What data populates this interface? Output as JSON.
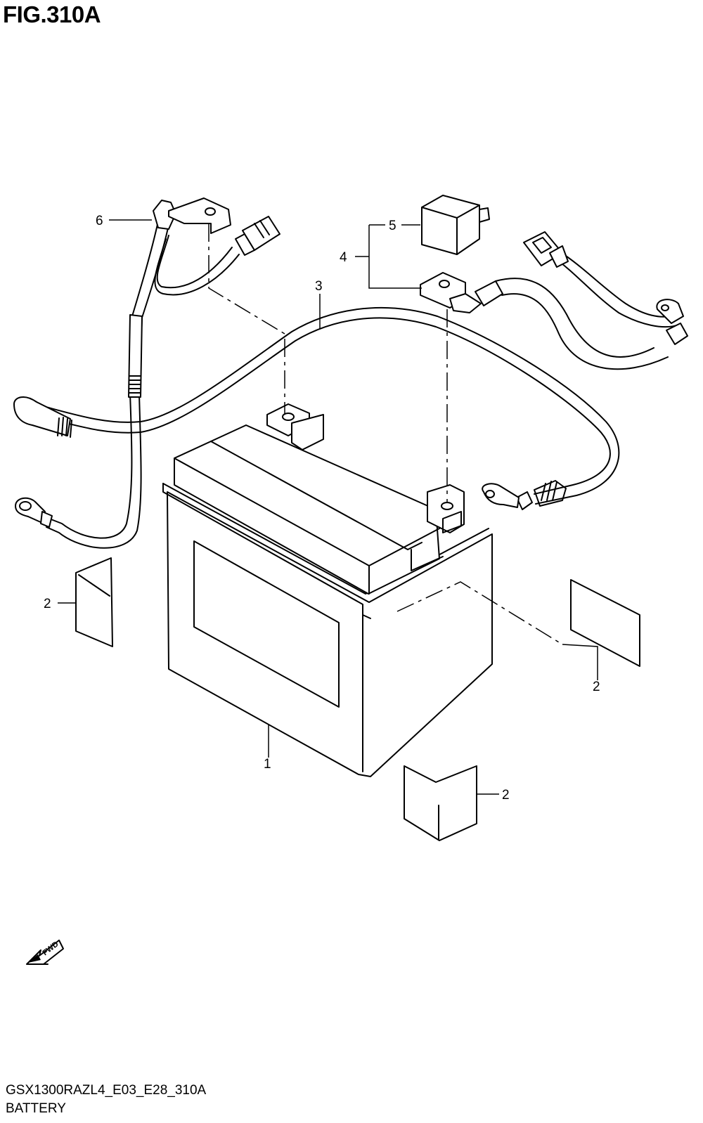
{
  "figure": {
    "title": "FIG.310A",
    "model_code": "GSX1300RAZL4_E03_E28_310A",
    "section_name": "BATTERY"
  },
  "callouts": {
    "battery": "1",
    "pad_left": "2",
    "pad_right": "2",
    "pad_bottom": "2",
    "harness": "3",
    "cover_assembly": "4",
    "terminal_cover": "5",
    "lead_wire": "6"
  },
  "fwd_arrow": {
    "label": "FWD",
    "icon": "fwd-arrow-icon"
  }
}
